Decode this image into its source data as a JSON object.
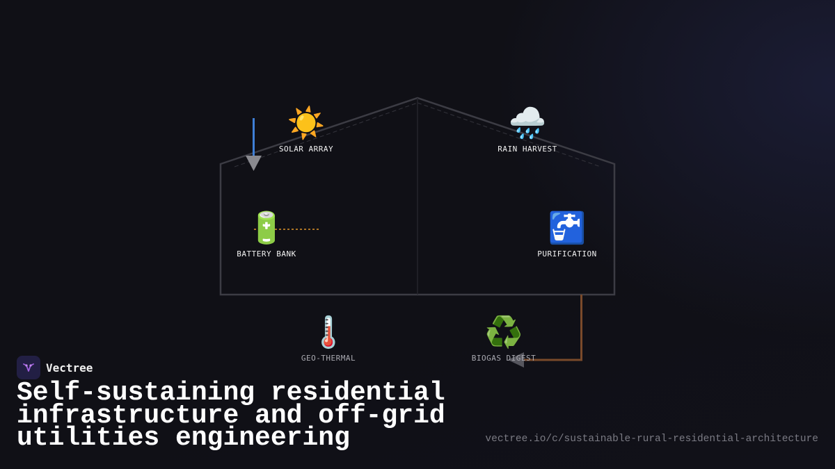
{
  "brand": {
    "name": "Vectree"
  },
  "headline": "Self-sustaining residential\ninfrastructure and off-grid\nutilities engineering",
  "url": "vectree.io/c/sustainable-rural-residential-architecture",
  "colors": {
    "background": "#101016",
    "house_outline": "#3c3c44",
    "solar_flow": "#3f7fd6",
    "battery_link": "#e0962a",
    "biogas_pipe": "#7a4a2a",
    "logo_accent": "#a060e0"
  },
  "nodes": [
    {
      "id": "solar",
      "icon": "sun-icon",
      "glyph": "☀️",
      "label": "SOLAR ARRAY"
    },
    {
      "id": "rain",
      "icon": "rain-cloud-icon",
      "glyph": "🌧️",
      "label": "RAIN HARVEST"
    },
    {
      "id": "battery",
      "icon": "battery-icon",
      "glyph": "🔋",
      "label": "BATTERY BANK"
    },
    {
      "id": "purification",
      "icon": "water-tap-icon",
      "glyph": "🚰",
      "label": "PURIFICATION"
    },
    {
      "id": "geothermal",
      "icon": "thermometer-icon",
      "glyph": "🌡️",
      "label": "GEO-THERMAL"
    },
    {
      "id": "biogas",
      "icon": "recycle-icon",
      "glyph": "♻️",
      "label": "BIOGAS DIGEST"
    }
  ]
}
